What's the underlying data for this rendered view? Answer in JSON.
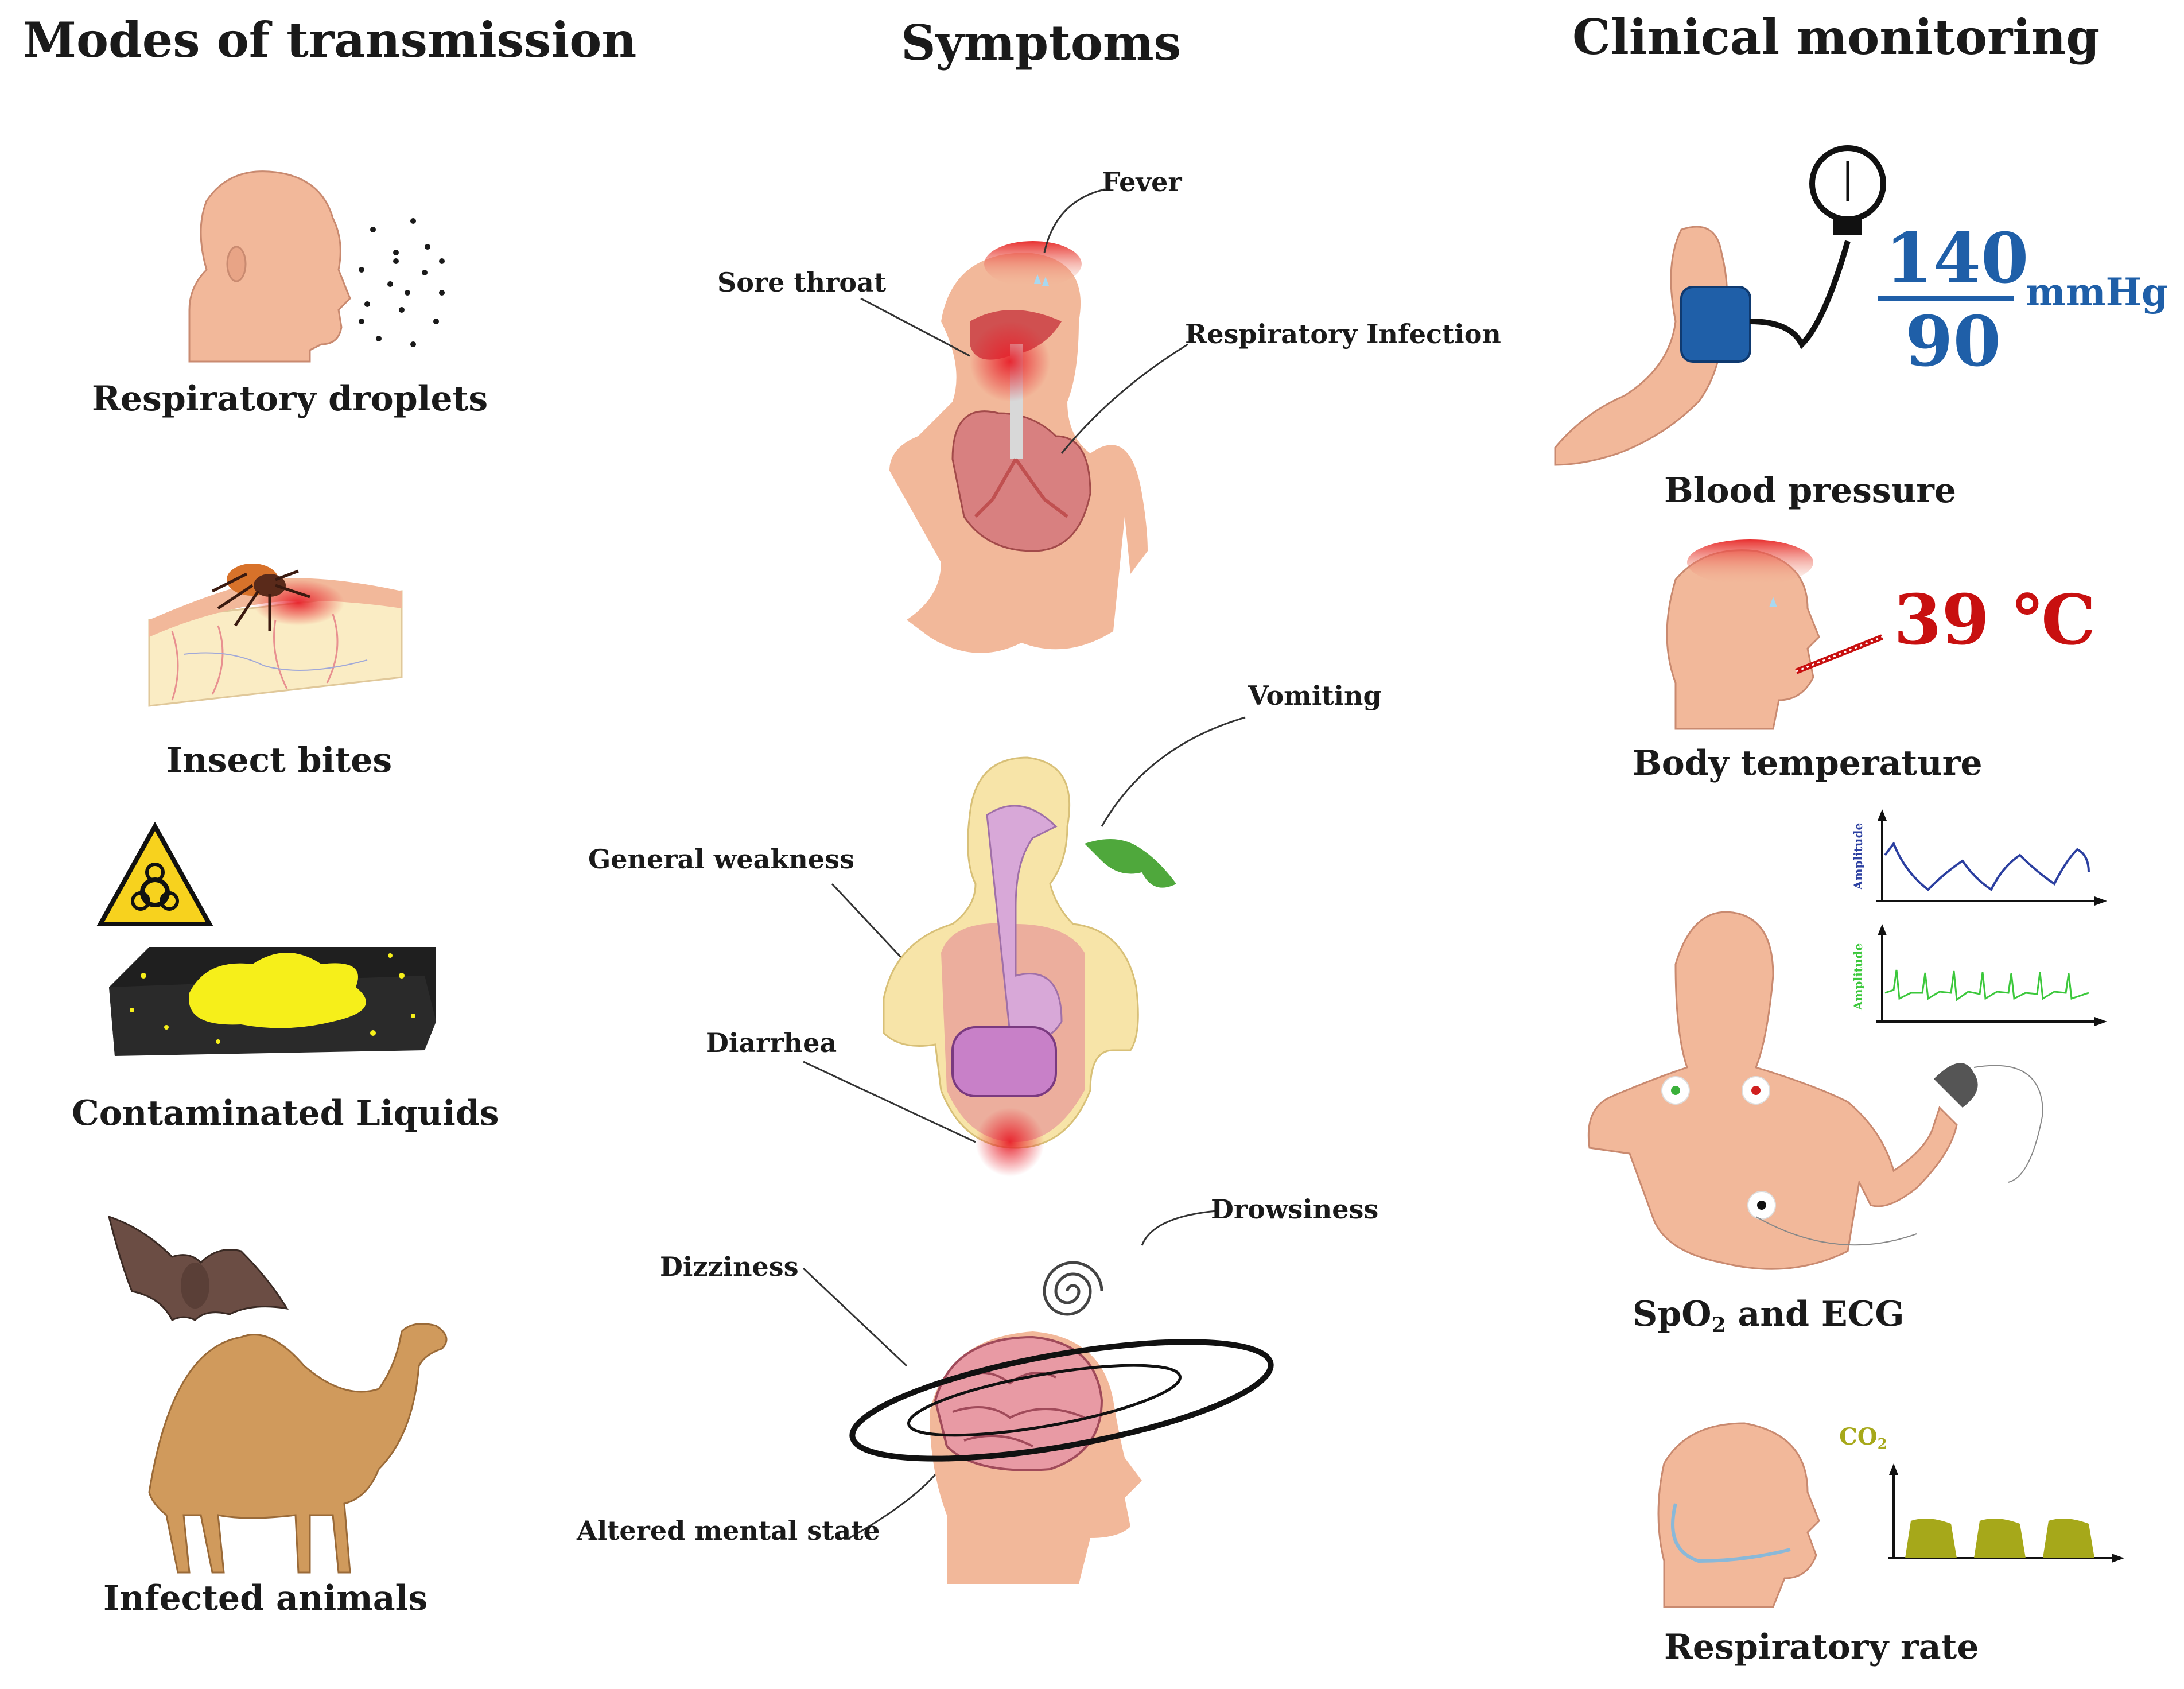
{
  "headings": {
    "transmission": "Modes of transmission",
    "symptoms": "Symptoms",
    "monitoring": "Clinical monitoring"
  },
  "transmission": {
    "droplets": "Respiratory droplets",
    "insect": "Insect bites",
    "liquids": "Contaminated Liquids",
    "animals": "Infected animals"
  },
  "symptoms": {
    "fever": "Fever",
    "sore_throat": "Sore throat",
    "respiratory_infection": "Respiratory Infection",
    "vomiting": "Vomiting",
    "general_weakness": "General weakness",
    "diarrhea": "Diarrhea",
    "drowsiness": "Drowsiness",
    "dizziness": "Dizziness",
    "altered_mental_state": "Altered mental state"
  },
  "monitoring": {
    "bp_systolic": "140",
    "bp_diastolic": "90",
    "bp_unit": "mmHg",
    "bp_label": "Blood pressure",
    "temperature_value": "39 ℃",
    "temperature_label": "Body temperature",
    "amplitude_axis": "Amplitude",
    "spo2_prefix": "SpO",
    "spo2_subscript": "2",
    "spo2_suffix": " and ECG",
    "co2_prefix": "CO",
    "co2_subscript": "2",
    "resp_label": "Respiratory rate"
  },
  "colors": {
    "bp_blue": "#1f5fa8",
    "temp_red": "#c81010",
    "spo2_wave": "#2b3fa0",
    "ecg_wave": "#3cc83c",
    "co2_olive": "#a6a81a",
    "skin": "#f2b89a"
  }
}
